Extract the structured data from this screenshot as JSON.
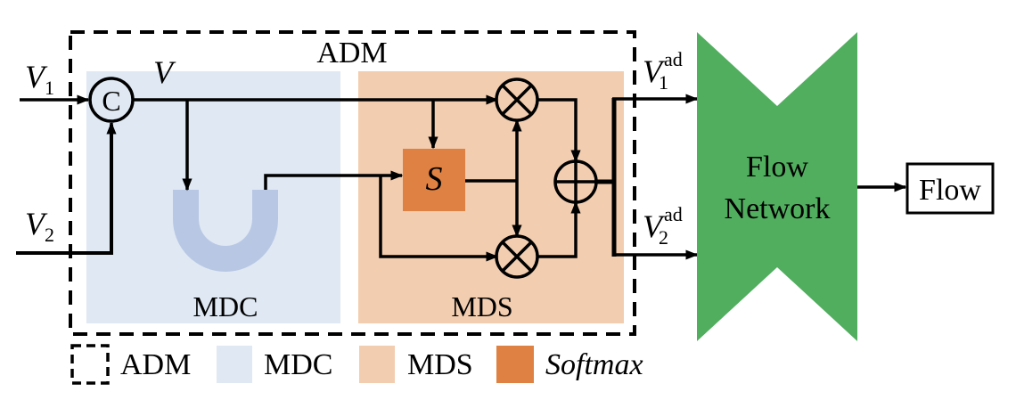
{
  "diagram": {
    "adm": {
      "label": "ADM"
    },
    "mdc": {
      "label": "MDC",
      "color": "#dfe8f3",
      "u_color": "#b8c7e4"
    },
    "mds": {
      "label": "MDS",
      "color": "#f2cdb0"
    },
    "softmax": {
      "label": "S",
      "color": "#df8143"
    },
    "inputs": {
      "v1": {
        "base": "V",
        "sub": "1"
      },
      "v2": {
        "base": "V",
        "sub": "2"
      },
      "v": {
        "base": "V"
      }
    },
    "concat": {
      "symbol": "C"
    },
    "outputs": {
      "v1ad": {
        "base": "V",
        "sub": "1",
        "sup": "ad"
      },
      "v2ad": {
        "base": "V",
        "sub": "2",
        "sup": "ad"
      }
    },
    "flow_network": {
      "line1": "Flow",
      "line2": "Network",
      "color": "#51ae5f"
    },
    "flow_output": {
      "label": "Flow"
    }
  },
  "legend": [
    {
      "label": "ADM",
      "swatch": "dashed"
    },
    {
      "label": "MDC",
      "swatch": "#dfe8f3"
    },
    {
      "label": "MDS",
      "swatch": "#f2cdb0"
    },
    {
      "label": "Softmax",
      "swatch": "#df8143",
      "italic": true
    }
  ]
}
